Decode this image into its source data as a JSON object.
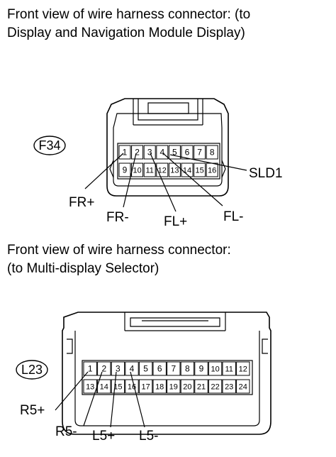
{
  "connector_f34": {
    "heading_line1": "Front view of wire harness connector: (to",
    "heading_line2": "Display and Navigation Module Display)",
    "tag": "F34",
    "pins_top": [
      "1",
      "2",
      "3",
      "4",
      "5",
      "6",
      "7",
      "8"
    ],
    "pins_bottom": [
      "9",
      "10",
      "11",
      "12",
      "13",
      "14",
      "15",
      "16"
    ],
    "callouts": {
      "fr_plus": "FR+",
      "fr_minus": "FR-",
      "fl_plus": "FL+",
      "fl_minus": "FL-",
      "sld1": "SLD1"
    }
  },
  "connector_l23": {
    "heading_line1": "Front view of wire harness connector:",
    "heading_line2": "(to Multi-display Selector)",
    "tag": "L23",
    "pins_top": [
      "1",
      "2",
      "3",
      "4",
      "5",
      "6",
      "7",
      "8",
      "9",
      "10",
      "11",
      "12"
    ],
    "pins_bottom": [
      "13",
      "14",
      "15",
      "16",
      "17",
      "18",
      "19",
      "20",
      "21",
      "22",
      "23",
      "24"
    ],
    "callouts": {
      "r5_plus": "R5+",
      "r5_minus": "R5-",
      "l5_plus": "L5+",
      "l5_minus": "L5-"
    }
  }
}
